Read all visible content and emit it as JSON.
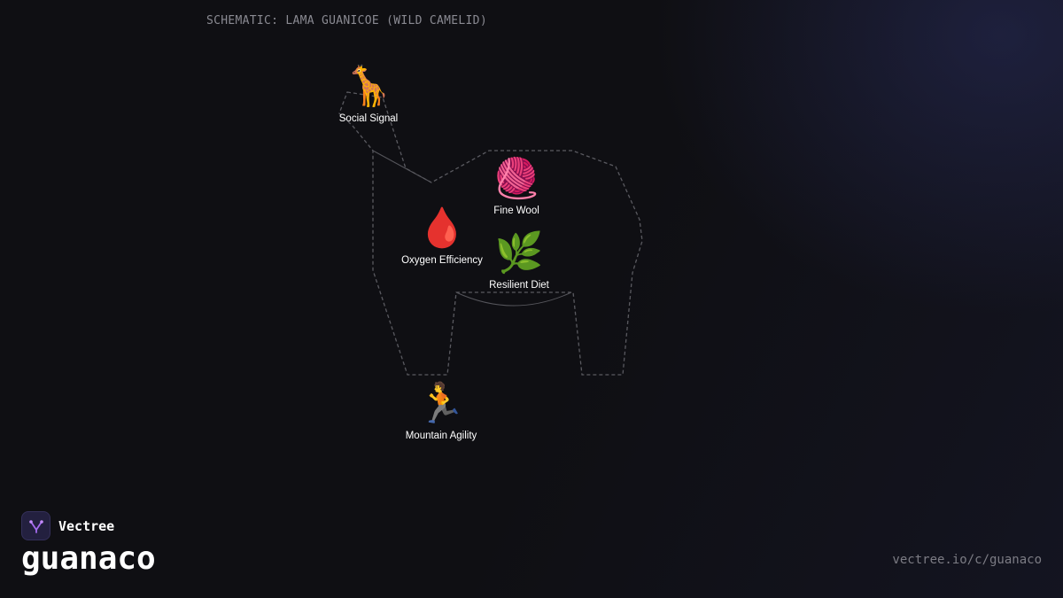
{
  "schematic": {
    "title": "SCHEMATIC: LAMA GUANICOE (WILD CAMELID)"
  },
  "nodes": [
    {
      "id": "social-signal",
      "emoji": "🦒",
      "label": "Social Signal"
    },
    {
      "id": "fine-wool",
      "emoji": "🧶",
      "label": "Fine Wool"
    },
    {
      "id": "oxygen-efficiency",
      "emoji": "🩸",
      "label": "Oxygen Efficiency"
    },
    {
      "id": "resilient-diet",
      "emoji": "🌿",
      "label": "Resilient Diet"
    },
    {
      "id": "mountain-agility",
      "emoji": "🏃",
      "label": "Mountain Agility"
    }
  ],
  "brand": {
    "name": "Vectree",
    "logo_icon": "vectree-logo-icon"
  },
  "page": {
    "title": "guanaco",
    "url": "vectree.io/c/guanaco"
  },
  "colors": {
    "background": "#0f0f13",
    "outline": "#5a5a60",
    "brand_logo_bg": "#23203f",
    "brand_logo_accent": "#a66cf0"
  }
}
